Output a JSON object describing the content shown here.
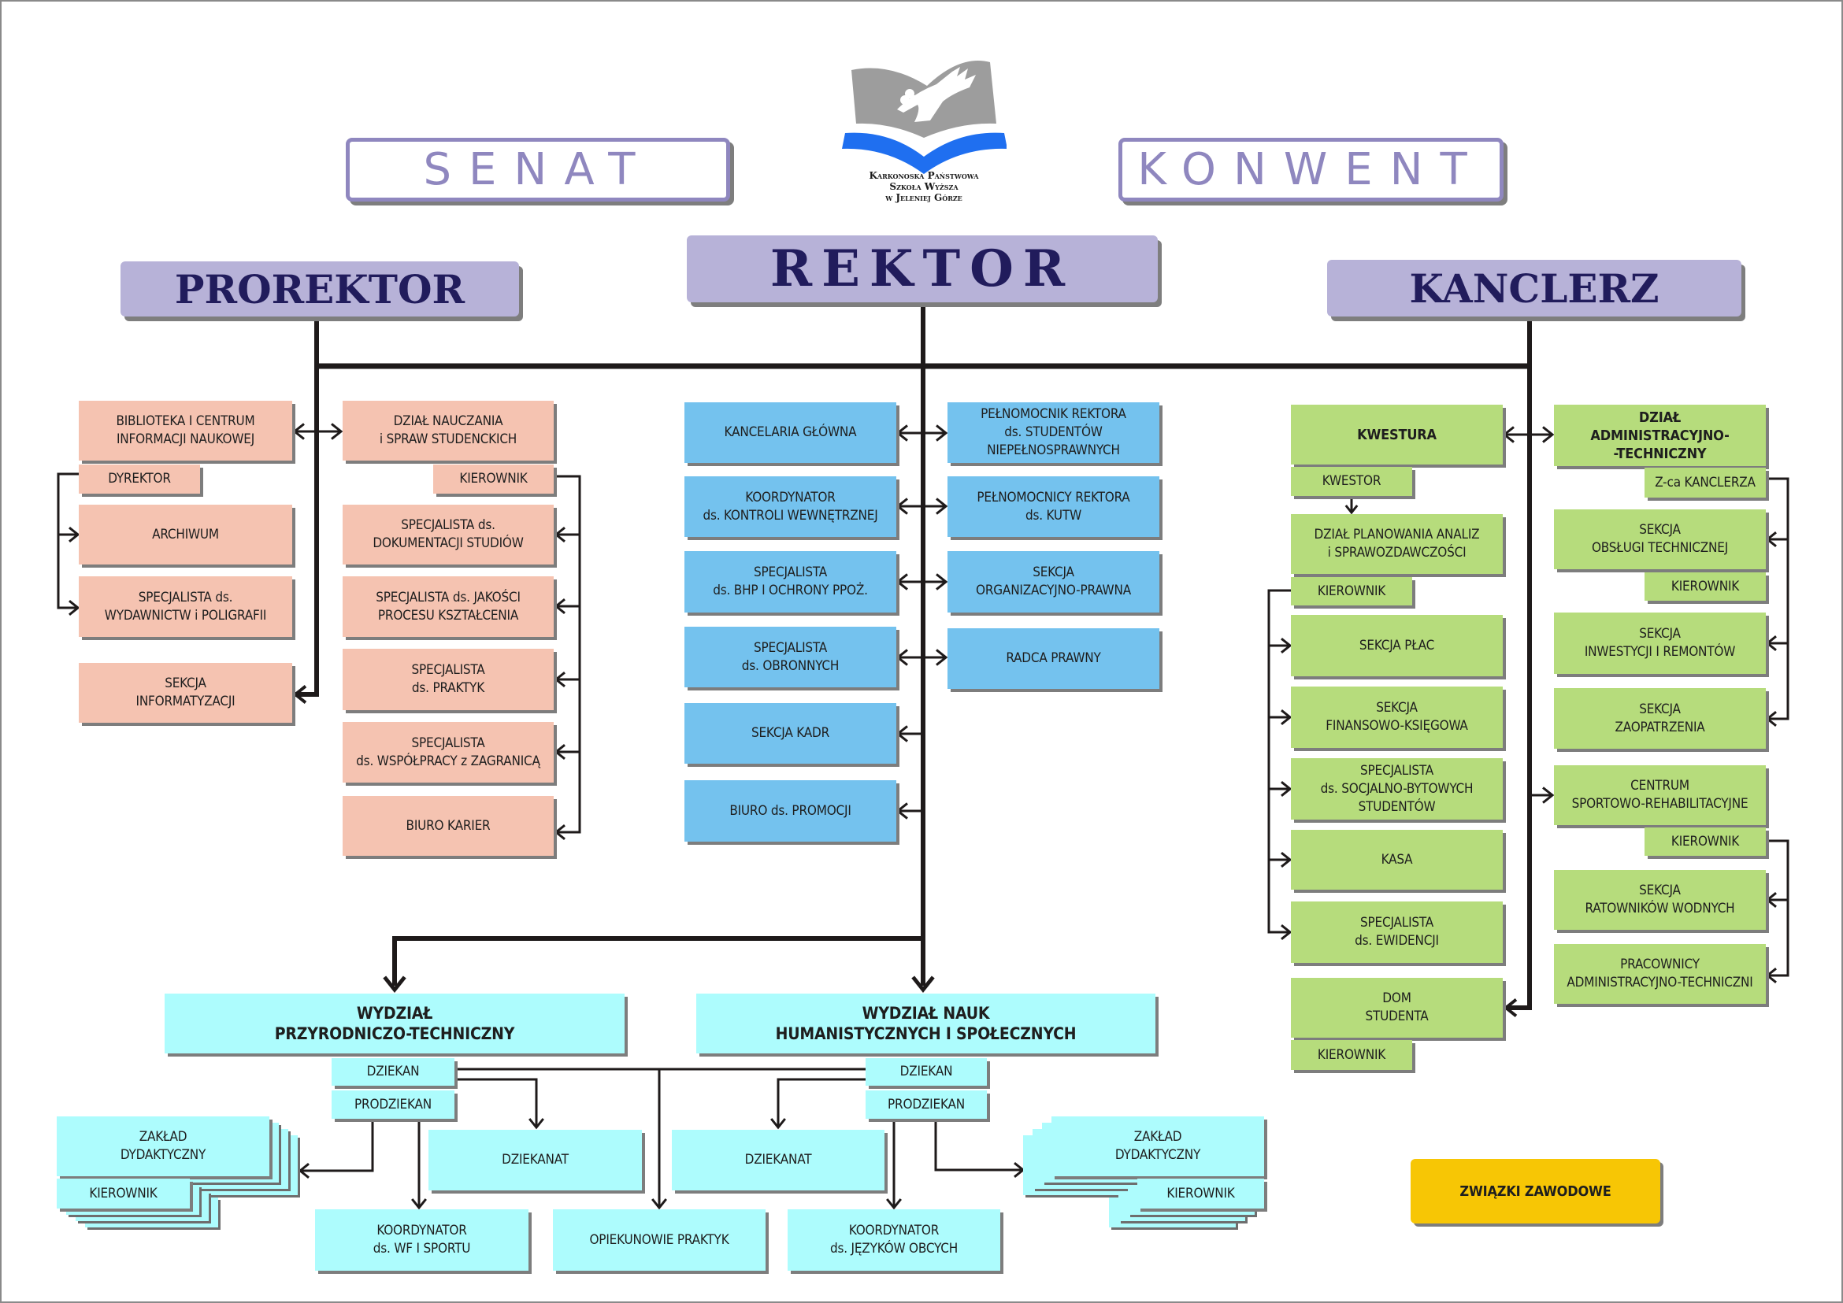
{
  "logo": {
    "icon": "book-deer-logo",
    "text": "Karkonoska Państwowa\nSzkoła Wyższa\nw Jeleniej Górze",
    "colors": {
      "book_gray": "#9d9d9d",
      "book_blue": "#1f6ff0"
    }
  },
  "councils": {
    "senat": "SENAT",
    "konwent": "KONWENT"
  },
  "heads": {
    "prorektor": "PROREKTOR",
    "rektor": "REKTOR",
    "kanclerz": "KANCLERZ"
  },
  "prorektor_units": {
    "left": {
      "biblioteka": "BIBLIOTEKA I CENTRUM\nINFORMACJI NAUKOWEJ",
      "dyrektor": "DYREKTOR",
      "archiwum": "ARCHIWUM",
      "wydawnictwa": "SPECJALISTA ds.\nWYDAWNICTW i POLIGRAFII",
      "informatyzacja": "SEKCJA\nINFORMATYZACJI"
    },
    "right": {
      "dzial_nauczania": "DZIAŁ NAUCZANIA\ni SPRAW STUDENCKICH",
      "kierownik": "KIEROWNIK",
      "items": [
        "SPECJALISTA ds.\nDOKUMENTACJI STUDIÓW",
        "SPECJALISTA ds. JAKOŚCI\nPROCESU KSZTAŁCENIA",
        "SPECJALISTA\nds. PRAKTYK",
        "SPECJALISTA\nds. WSPÓŁPRACY z ZAGRANICĄ",
        "BIURO KARIER"
      ]
    }
  },
  "rektor_units": {
    "left": [
      "KANCELARIA GŁÓWNA",
      "KOORDYNATOR\nds. KONTROLI WEWNĘTRZNEJ",
      "SPECJALISTA\nds. BHP I OCHRONY PPOŻ.",
      "SPECJALISTA\nds. OBRONNYCH",
      "SEKCJA KADR",
      "BIURO ds. PROMOCJI"
    ],
    "right": [
      "PEŁNOMOCNIK REKTORA\nds. STUDENTÓW\nNIEPEŁNOSPRAWNYCH",
      "PEŁNOMOCNICY REKTORA\nds. KUTW",
      "SEKCJA\nORGANIZACYJNO-PRAWNA",
      "RADCA PRAWNY"
    ]
  },
  "kanclerz_units": {
    "left": {
      "kwestura": "KWESTURA",
      "kwestor": "KWESTOR",
      "dzial_planowania": "DZIAŁ PLANOWANIA ANALIZ\ni SPRAWOZDAWCZOŚCI",
      "kierownik": "KIEROWNIK",
      "items": [
        "SEKCJA PŁAC",
        "SEKCJA\nFINANSOWO-KSIĘGOWA",
        "SPECJALISTA\nds. SOCJALNO-BYTOWYCH\nSTUDENTÓW",
        "KASA",
        "SPECJALISTA\nds. EWIDENCJI"
      ],
      "dom_studenta": "DOM\nSTUDENTA",
      "dom_kierownik": "KIEROWNIK"
    },
    "right": {
      "dzial_adm": "DZIAŁ\nADMINISTRACYJNO-\n-TECHNICZNY",
      "zca": "Z-ca KANCLERZA",
      "obsluga": "SEKCJA\nOBSŁUGI TECHNICZNEJ",
      "obsluga_kierownik": "KIEROWNIK",
      "inwestycje": "SEKCJA\nINWESTYCJI I REMONTÓW",
      "zaopatrzenie": "SEKCJA\nZAOPATRZENIA",
      "centrum": "CENTRUM\nSPORTOWO-REHABILITACYJNE",
      "centrum_kierownik": "KIEROWNIK",
      "ratownicy": "SEKCJA\nRATOWNIKÓW WODNYCH",
      "pracownicy": "PRACOWNICY\nADMINISTRACYJNO-TECHNICZNI"
    }
  },
  "faculties": {
    "wpt": {
      "name": "WYDZIAŁ\nPRZYRODNICZO-TECHNICZNY",
      "dziekan": "DZIEKAN",
      "prodziekan": "PRODZIEKAN",
      "dziekanat": "DZIEKANAT",
      "zaklad": "ZAKŁAD\nDYDAKTYCZNY",
      "zaklad_kierownik": "KIEROWNIK",
      "koordynator": "KOORDYNATOR\nds. WF I SPORTU"
    },
    "wnhs": {
      "name": "WYDZIAŁ NAUK\nHUMANISTYCZNYCH I SPOŁECZNYCH",
      "dziekan": "DZIEKAN",
      "prodziekan": "PRODZIEKAN",
      "dziekanat": "DZIEKANAT",
      "zaklad": "ZAKŁAD\nDYDAKTYCZNY",
      "zaklad_kierownik": "KIEROWNIK",
      "koordynator": "KOORDYNATOR\nds. JĘZYKÓW OBCYCH"
    },
    "opiekunowie": "OPIEKUNOWIE PRAKTYK"
  },
  "zwiazki": "ZWIĄZKI ZAWODOWE",
  "colors": {
    "head": "#b7b2d8",
    "head_text": "#211c5c",
    "council_border": "#8f87bf",
    "prorektor_units": "#f5c3b1",
    "rektor_units": "#74c2ee",
    "kanclerz_units": "#b6dc7c",
    "faculty_units": "#adfcfd",
    "unions": "#f7c605"
  }
}
